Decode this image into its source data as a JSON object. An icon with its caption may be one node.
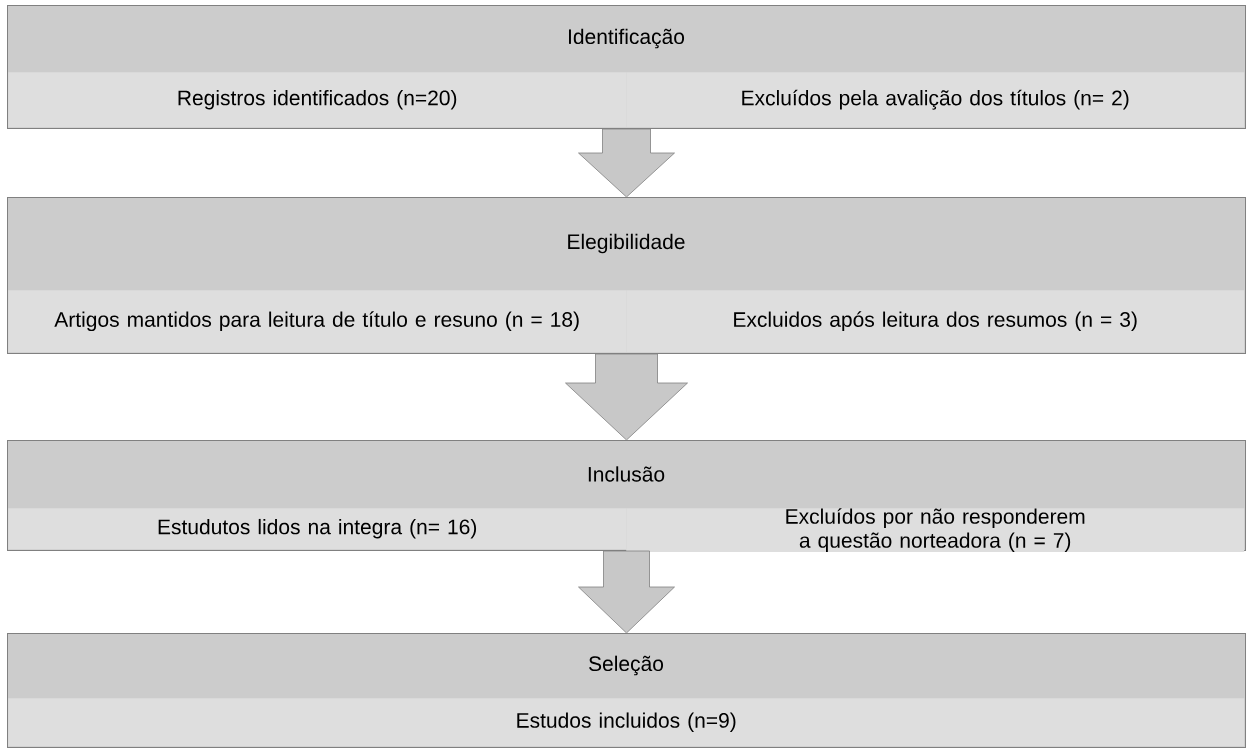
{
  "diagram": {
    "nodes": [
      {
        "text": [
          "Identificação"
        ]
      },
      {
        "text": [
          "Registros identificados (n=20)"
        ],
        "in": 0
      },
      {
        "text": [
          "Excluídos pela avalição dos títulos (n= 2)"
        ],
        "in": 0
      },
      {
        "text": [
          "Elegibilidade"
        ]
      },
      {
        "text": [
          "Artigos mantidos para leitura de título e resuno (n = 18)"
        ],
        "in": 3
      },
      {
        "text": [
          "Excluidos após leitura dos resumos (n = 3)"
        ],
        "in": 3
      },
      {
        "text": [
          "Inclusão"
        ]
      },
      {
        "text": [
          "Estudutos lidos na integra (n= 16)"
        ],
        "in": 6
      },
      {
        "text": [
          "Excluídos por não responderem a questão norteadora (n = 7)"
        ],
        "in": 6
      },
      {
        "text": [
          "Seleção"
        ]
      },
      {
        "text": [
          "Estudos incluidos (n=9)"
        ],
        "in": 9
      }
    ],
    "edges": [
      {
        "from": 0,
        "to": 3,
        "arrow": "to"
      },
      {
        "from": 3,
        "to": 6,
        "arrow": "to"
      },
      {
        "from": 6,
        "to": 9,
        "arrow": "to"
      }
    ]
  }
}
